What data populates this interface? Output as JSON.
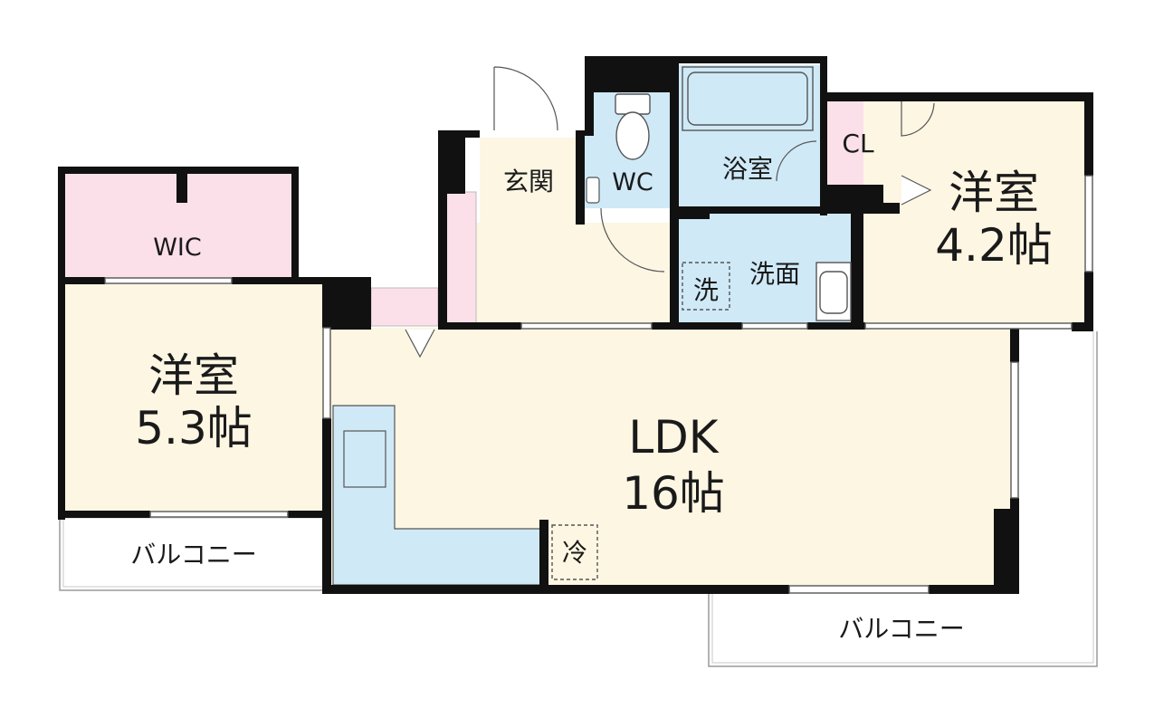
{
  "rooms": {
    "wic": "WIC",
    "genkan": "玄関",
    "wc": "WC",
    "bath": "浴室",
    "cl": "CL",
    "bedroom2": {
      "name": "洋室",
      "size": "4.2帖"
    },
    "washroom": "洗面",
    "washer": "洗",
    "bedroom1": {
      "name": "洋室",
      "size": "5.3帖"
    },
    "ldk": {
      "name": "LDK",
      "size": "16帖"
    },
    "fridge": "冷",
    "balcony_left": "バルコニー",
    "balcony_right": "バルコニー"
  },
  "colors": {
    "wall": "#111111",
    "living": "#fdf6e3",
    "wet_area": "#cfe9f7",
    "storage": "#fbe0ea",
    "balcony": "#ffffff"
  }
}
